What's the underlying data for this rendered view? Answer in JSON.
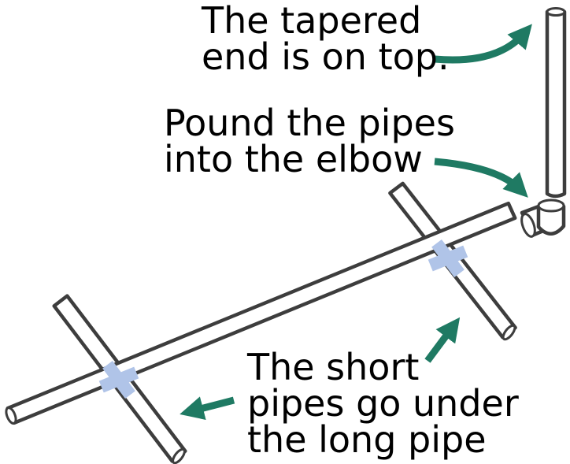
{
  "colors": {
    "arrow": "#1f7a63",
    "pipe_outline": "#3d3d3d",
    "tape": "#b0c4e8",
    "text": "#000000",
    "background": "#ffffff"
  },
  "labels": {
    "tapered_end": [
      "The tapered",
      "end is on top."
    ],
    "pound_pipes": [
      "Pound the pipes",
      "into the elbow"
    ],
    "short_pipes": [
      "The short",
      "pipes go under",
      "the long pipe"
    ]
  }
}
